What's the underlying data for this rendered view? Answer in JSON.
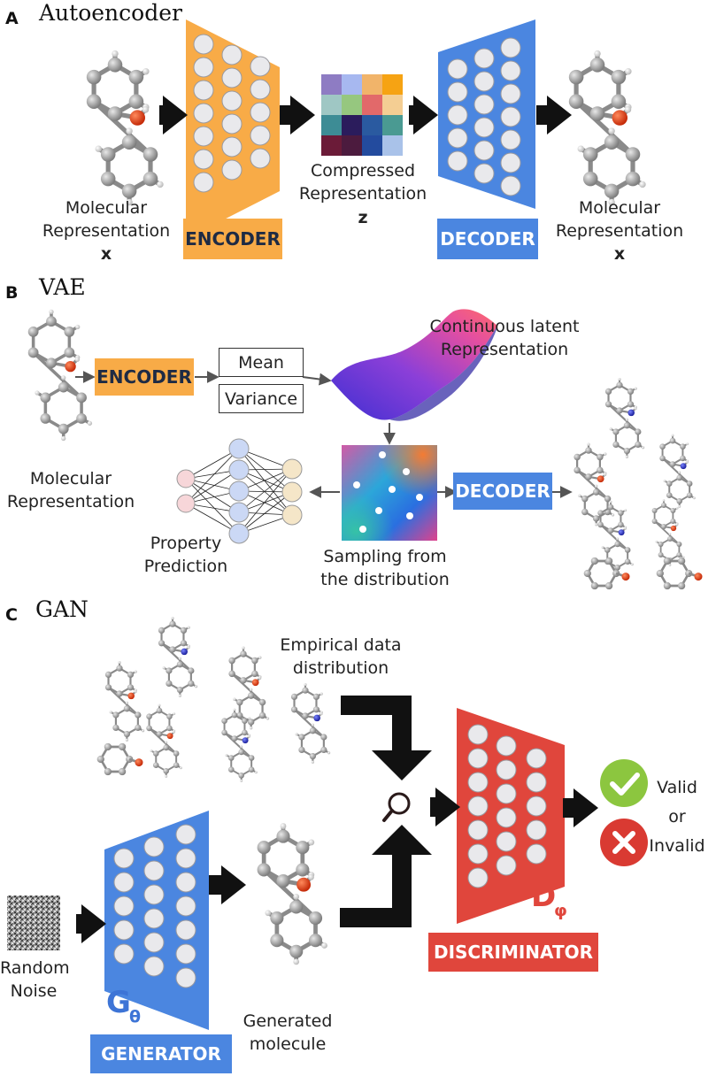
{
  "colors": {
    "encoder": "#f8ab47",
    "decoder": "#4b86e0",
    "discriminator": "#e0463c",
    "valid": "#8cc63f",
    "invalid": "#d93a32",
    "atom_carbon": "#a0a0a0",
    "atom_oxygen": "#e03b1a",
    "atom_nitrogen": "#2a36c8",
    "arrow": "#111111"
  },
  "panels": {
    "a": {
      "letter": "A",
      "title": "Autoencoder",
      "input_label": [
        "Molecular",
        "Representation",
        "x"
      ],
      "encoder_label": "ENCODER",
      "latent_label": [
        "Compressed",
        "Representation",
        "z"
      ],
      "decoder_label": "DECODER",
      "output_label": [
        "Molecular",
        "Representation",
        "x"
      ],
      "latent_grid_colors": [
        "#8e7cc3",
        "#a7b8f0",
        "#f1b46a",
        "#f6a313",
        "#9fc7c4",
        "#96c77f",
        "#e2696a",
        "#f4ce93",
        "#3d8c95",
        "#2b1c5c",
        "#2a5aa0",
        "#4a9a92",
        "#6b1b38",
        "#4c1b3e",
        "#234b9e",
        "#a9c2e9"
      ]
    },
    "b": {
      "letter": "B",
      "title": "VAE",
      "input_label": [
        "Molecular",
        "Representation"
      ],
      "encoder_label": "ENCODER",
      "mean_label": "Mean",
      "variance_label": "Variance",
      "latent_label": [
        "Continuous latent",
        "Representation"
      ],
      "sampling_label": [
        "Sampling from",
        "the distribution"
      ],
      "decoder_label": "DECODER",
      "property_label": [
        "Property",
        "Prediction"
      ]
    },
    "c": {
      "letter": "C",
      "title": "GAN",
      "empirical_label": [
        "Empirical data",
        "distribution"
      ],
      "noise_label": [
        "Random",
        "Noise"
      ],
      "generator_symbol": "G",
      "generator_subscript": "θ",
      "generator_label": "GENERATOR",
      "generated_label": [
        "Generated",
        "molecule"
      ],
      "discriminator_symbol": "D",
      "discriminator_subscript": "φ",
      "discriminator_label": "DISCRIMINATOR",
      "verdict_label": [
        "Valid",
        "or",
        "Invalid"
      ]
    }
  }
}
